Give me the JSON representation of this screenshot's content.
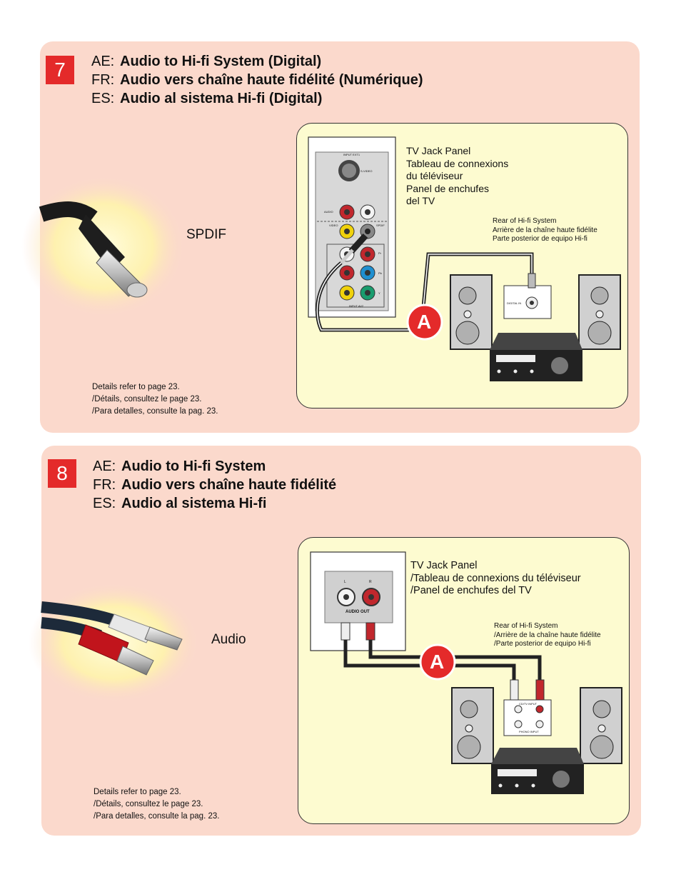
{
  "section7": {
    "step": "7",
    "titles": [
      {
        "lang": "AE:",
        "text": "Audio to Hi-fi System (Digital)"
      },
      {
        "lang": "FR:",
        "text": "Audio vers chaîne haute fidélité (Numérique)"
      },
      {
        "lang": "ES:",
        "text": "Audio al sistema Hi-fi (Digital)"
      }
    ],
    "cable_label": "SPDIF",
    "details": [
      "Details refer to page 23.",
      "/Détails, consultez le page 23.",
      "/Para detalles, consulte la pag. 23."
    ],
    "tv_jack_panel": [
      "TV Jack Panel",
      "Tableau de connexions",
      "du téléviseur",
      "Panel de enchufes",
      "del TV"
    ],
    "rear_hifi": [
      "Rear of Hi-fi System",
      "Arrière de la chaîne haute fidélite",
      "Parte posterior de equipo Hi-fi"
    ],
    "connection_marker": "A",
    "panel_labels": {
      "input_ext": "INPUT EXT1",
      "s_video": "S-VIDEO",
      "audio": "AUDIO",
      "video": "VIDEO",
      "spdif": "SPDIF",
      "l": "L",
      "r": "R",
      "pr": "Pr",
      "pb": "Pb",
      "y": "Y",
      "input_av2": "INPUT AV2",
      "digital_in": "DIGITAL IN"
    }
  },
  "section8": {
    "step": "8",
    "titles": [
      {
        "lang": "AE:",
        "text": "Audio to Hi-fi System"
      },
      {
        "lang": "FR:",
        "text": "Audio vers chaîne haute fidélité"
      },
      {
        "lang": "ES:",
        "text": "Audio al sistema Hi-fi"
      }
    ],
    "cable_label": "Audio",
    "details": [
      "Details refer to page 23.",
      "/Détails, consultez le page 23.",
      "/Para detalles, consulte la pag. 23."
    ],
    "tv_jack_panel": [
      "TV Jack Panel",
      "/Tableau de connexions du téléviseur",
      "/Panel de enchufes del TV"
    ],
    "rear_hifi": [
      "Rear of Hi-fi System",
      "/Arrière de la chaîne haute fidélite",
      "/Parte posterior de equipo Hi-fi"
    ],
    "connection_marker": "A",
    "panel_labels": {
      "l": "L",
      "r": "R",
      "audio_out": "AUDIO OUT",
      "cd_tv_input": "CD/TV INPUT",
      "phono_input": "PHONO INPUT"
    }
  },
  "colors": {
    "panel_bg": "#fbd9cc",
    "diagram_bg": "#fdfbd0",
    "badge_red": "#e42a2a"
  }
}
